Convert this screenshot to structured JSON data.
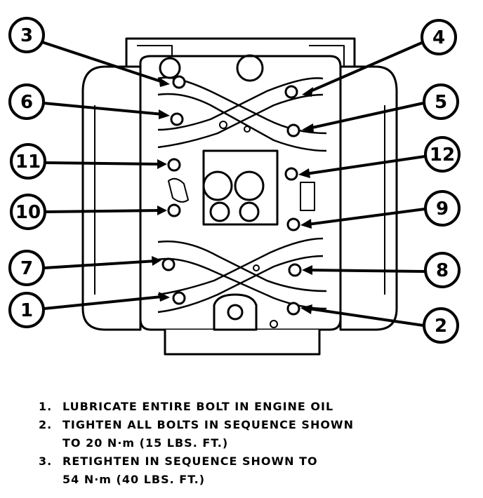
{
  "callouts": [
    "3",
    "4",
    "6",
    "5",
    "11",
    "12",
    "10",
    "9",
    "7",
    "8",
    "1",
    "2"
  ],
  "notes": [
    {
      "num": "1.",
      "text": "LUBRICATE ENTIRE BOLT IN ENGINE OIL"
    },
    {
      "num": "2.",
      "text": "TIGHTEN ALL BOLTS IN SEQUENCE SHOWN\nTO 20 N·m (15 LBS. FT.)"
    },
    {
      "num": "3.",
      "text": "RETIGHTEN IN SEQUENCE SHOWN TO\n54 N·m (40 LBS. FT.)"
    }
  ]
}
